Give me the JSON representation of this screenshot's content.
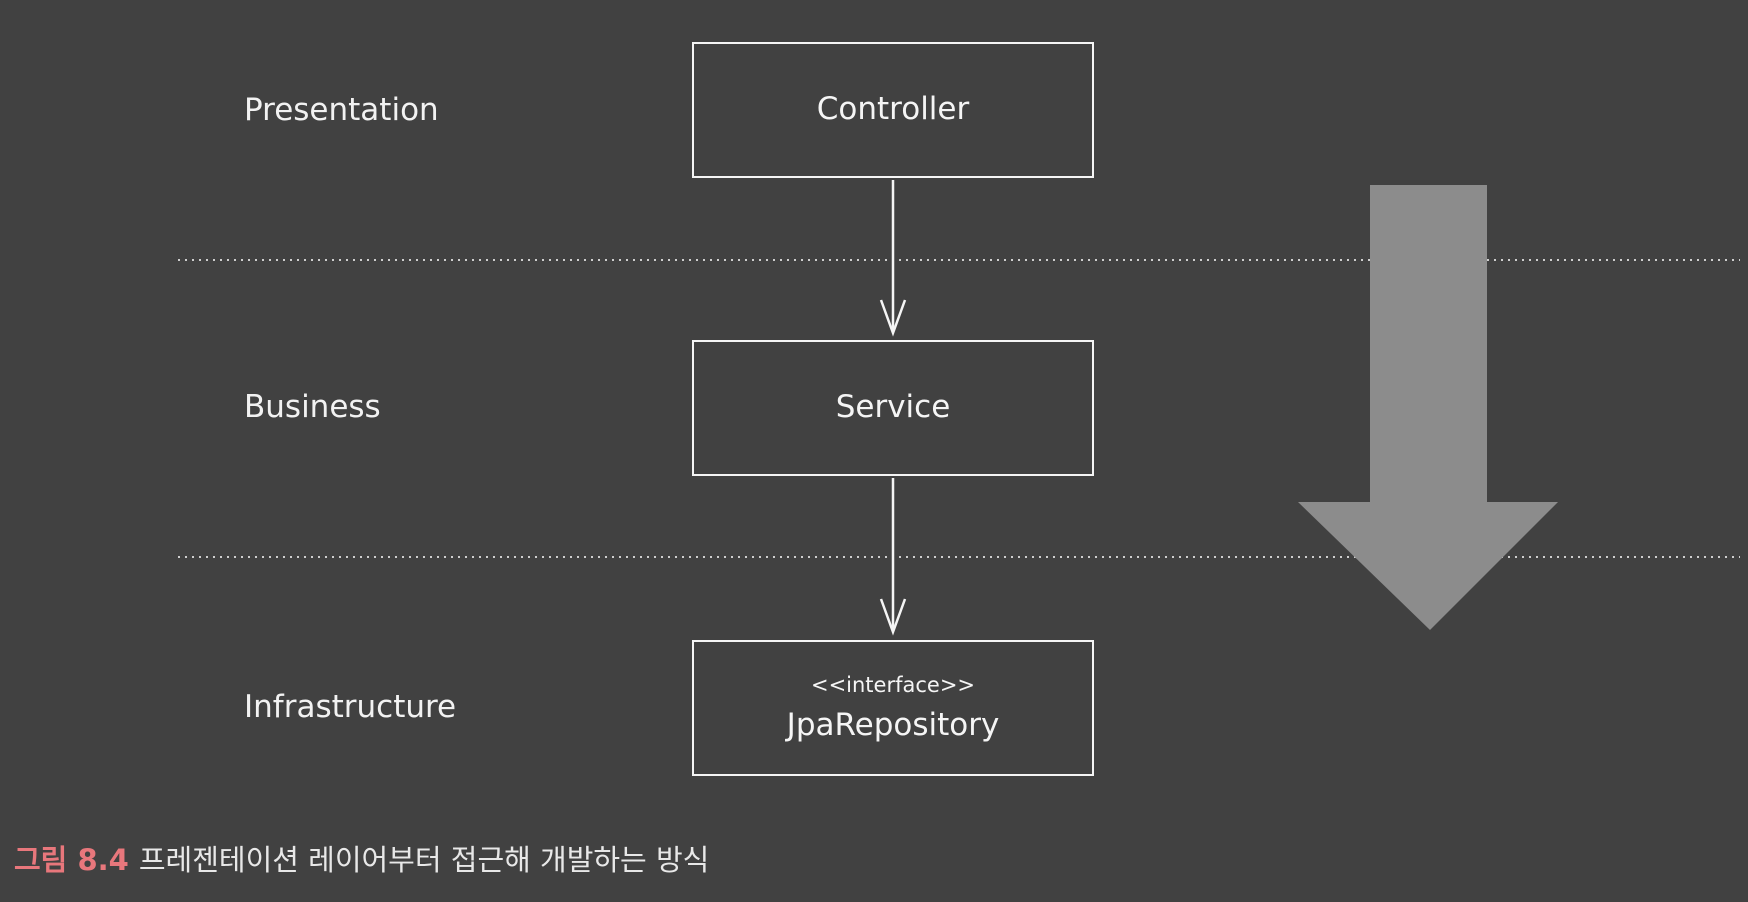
{
  "layers": {
    "presentation": "Presentation",
    "business": "Business",
    "infrastructure": "Infrastructure"
  },
  "boxes": {
    "controller": {
      "name": "Controller"
    },
    "service": {
      "name": "Service"
    },
    "repository": {
      "stereotype": "<<interface>>",
      "name": "JpaRepository"
    }
  },
  "caption": {
    "number": "그림 8.4",
    "text": "프레젠테이션 레이어부터 접근해 개발하는 방식"
  },
  "colors": {
    "background": "#414141",
    "line": "#f5f5f5",
    "big_arrow": "#8c8c8c",
    "caption_accent": "#e8777c"
  },
  "icons": {
    "flow_arrow": "big-down-arrow-icon"
  }
}
